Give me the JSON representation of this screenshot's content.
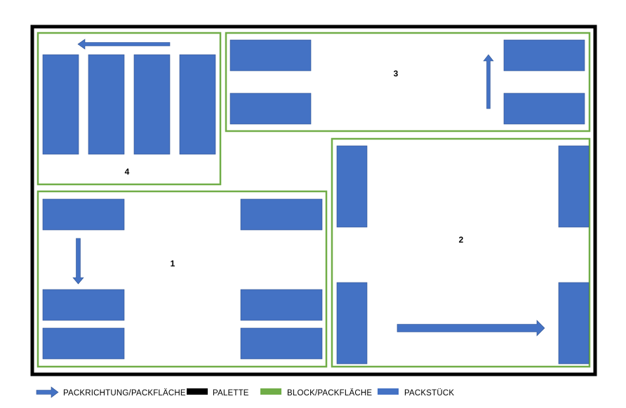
{
  "colors": {
    "palette": "#000000",
    "block": "#70ad47",
    "package": "#4472c4",
    "arrow": "#4472c4",
    "background": "#ffffff"
  },
  "blocks": [
    {
      "label": "1"
    },
    {
      "label": "2"
    },
    {
      "label": "3"
    },
    {
      "label": "4"
    }
  ],
  "legend": [
    {
      "key": "arrow",
      "text": "PACKRICHTUNG/PACKFLÄCHE"
    },
    {
      "key": "palette",
      "text": "PALETTE"
    },
    {
      "key": "block",
      "text": "BLOCK/PACKFLÄCHE"
    },
    {
      "key": "package",
      "text": "PACKSTÜCK"
    }
  ]
}
